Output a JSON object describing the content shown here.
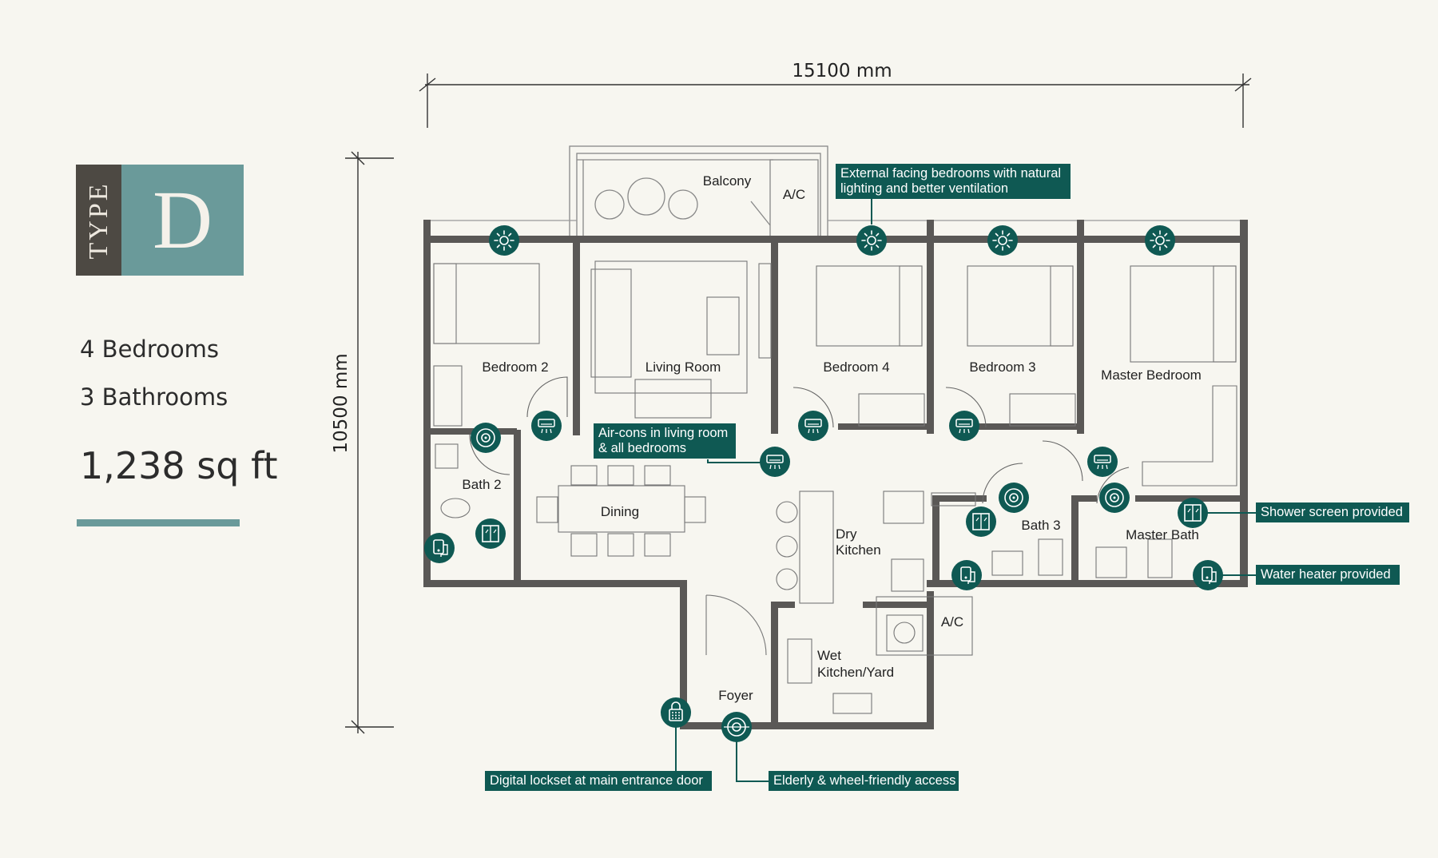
{
  "type_badge": {
    "type_label": "TYPE",
    "letter": "D"
  },
  "specs": {
    "bedrooms": "4 Bedrooms",
    "bathrooms": "3 Bathrooms",
    "area": "1,238 sq ft"
  },
  "colors": {
    "teal_badge": "#6a9a9a",
    "dark_badge": "#4d4943",
    "callout": "#0f5953",
    "wall": "#5a5856",
    "background": "#f7f6f0"
  },
  "dimensions": {
    "width": "15100 mm",
    "height": "10500 mm"
  },
  "rooms": {
    "balcony": "Balcony",
    "ac_top": "A/C",
    "bedroom2": "Bedroom 2",
    "living": "Living Room",
    "bedroom4": "Bedroom 4",
    "bedroom3": "Bedroom 3",
    "master_bedroom": "Master Bedroom",
    "bath2": "Bath 2",
    "dining": "Dining",
    "dry_kitchen_1": "Dry",
    "dry_kitchen_2": "Kitchen",
    "bath3": "Bath 3",
    "master_bath": "Master Bath",
    "ac_bottom": "A/C",
    "wet_kitchen_1": "Wet",
    "wet_kitchen_2": "Kitchen/Yard",
    "foyer": "Foyer"
  },
  "callouts": {
    "external_bedrooms_1": "External facing bedrooms with natural",
    "external_bedrooms_2": "lighting and better ventilation",
    "aircons_1": "Air-cons in living room",
    "aircons_2": "& all bedrooms",
    "shower_screen": "Shower screen provided",
    "water_heater": "Water heater provided",
    "digital_lockset": "Digital lockset at main entrance door",
    "elderly_access": "Elderly & wheel-friendly access"
  },
  "icons": [
    "window-sun-icon",
    "air-conditioner-icon",
    "exhaust-fan-icon",
    "shower-screen-icon",
    "water-heater-icon",
    "digital-lock-icon",
    "wheelchair-access-icon"
  ]
}
